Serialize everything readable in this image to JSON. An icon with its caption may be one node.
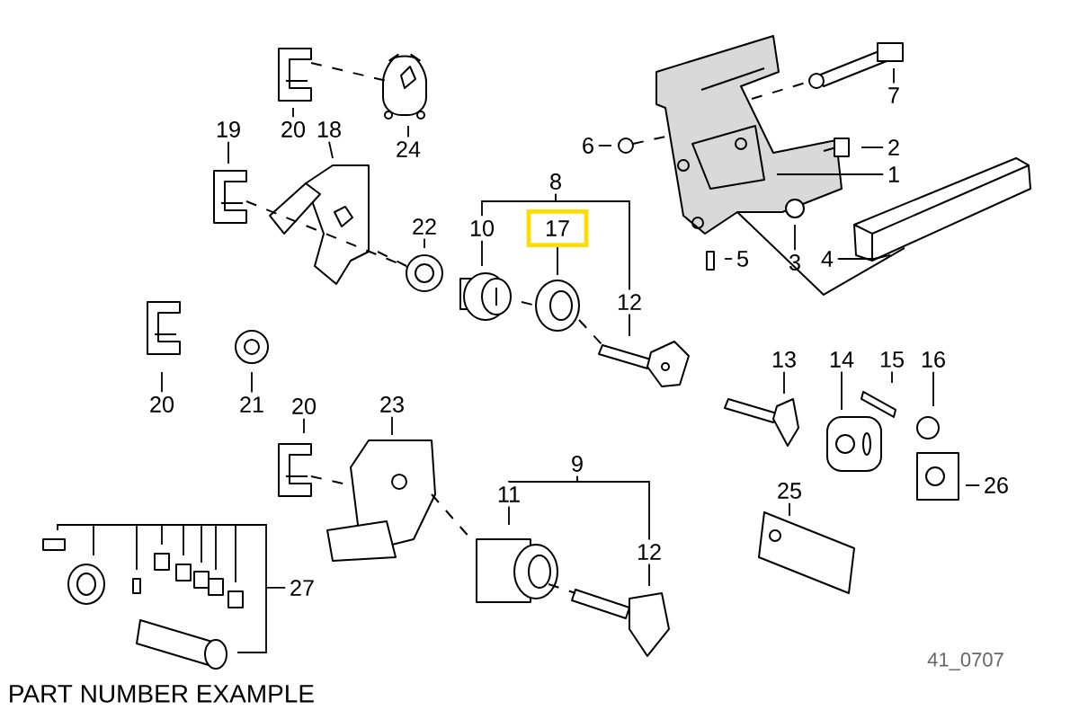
{
  "diagram": {
    "caption": "PART NUMBER EXAMPLE",
    "nodes": [
      {
        "text": [
          "20"
        ]
      },
      {
        "text": [
          "24"
        ]
      },
      {
        "text": [
          "19"
        ]
      },
      {
        "text": [
          "18"
        ]
      },
      {
        "text": [
          "22"
        ]
      },
      {
        "text": [
          "10"
        ]
      },
      {
        "text": [
          "8"
        ]
      },
      {
        "text": [
          "17"
        ]
      },
      {
        "text": [
          "12"
        ]
      },
      {
        "text": [
          "6"
        ]
      },
      {
        "text": [
          "7"
        ]
      },
      {
        "text": [
          "2"
        ]
      },
      {
        "text": [
          "1"
        ]
      },
      {
        "text": [
          "5"
        ]
      },
      {
        "text": [
          "3"
        ]
      },
      {
        "text": [
          "4"
        ]
      },
      {
        "text": [
          "13"
        ]
      },
      {
        "text": [
          "14"
        ]
      },
      {
        "text": [
          "15"
        ]
      },
      {
        "text": [
          "16"
        ]
      },
      {
        "text": [
          "20"
        ]
      },
      {
        "text": [
          "21"
        ]
      },
      {
        "text": [
          "20"
        ]
      },
      {
        "text": [
          "23"
        ]
      },
      {
        "text": [
          "11"
        ]
      },
      {
        "text": [
          "9"
        ]
      },
      {
        "text": [
          "12"
        ]
      },
      {
        "text": [
          "25"
        ]
      },
      {
        "text": [
          "26"
        ]
      },
      {
        "text": [
          "27"
        ]
      }
    ],
    "edges": [
      {
        "from": 0,
        "to": null,
        "arrow": "none"
      },
      {
        "from": 1,
        "to": null,
        "arrow": "none"
      },
      {
        "from": 2,
        "to": null,
        "arrow": "none"
      },
      {
        "from": 3,
        "to": null,
        "arrow": "none"
      },
      {
        "from": 4,
        "to": null,
        "arrow": "none"
      },
      {
        "from": 5,
        "to": null,
        "arrow": "none"
      },
      {
        "from": 6,
        "to": 8,
        "arrow": "none"
      },
      {
        "from": 7,
        "to": null,
        "arrow": "none"
      },
      {
        "from": 8,
        "to": null,
        "arrow": "none"
      },
      {
        "from": 9,
        "to": null,
        "arrow": "none"
      },
      {
        "from": 10,
        "to": null,
        "arrow": "none"
      },
      {
        "from": 11,
        "to": null,
        "arrow": "none"
      },
      {
        "from": 12,
        "to": null,
        "arrow": "none"
      },
      {
        "from": 13,
        "to": null,
        "arrow": "none"
      },
      {
        "from": 14,
        "to": null,
        "arrow": "none"
      },
      {
        "from": 15,
        "to": null,
        "arrow": "none"
      },
      {
        "from": 16,
        "to": null,
        "arrow": "none"
      },
      {
        "from": 17,
        "to": null,
        "arrow": "none"
      },
      {
        "from": 18,
        "to": null,
        "arrow": "none"
      },
      {
        "from": 19,
        "to": null,
        "arrow": "none"
      },
      {
        "from": 20,
        "to": null,
        "arrow": "none"
      },
      {
        "from": 21,
        "to": null,
        "arrow": "none"
      },
      {
        "from": 22,
        "to": null,
        "arrow": "none"
      },
      {
        "from": 23,
        "to": null,
        "arrow": "none"
      },
      {
        "from": 24,
        "to": null,
        "arrow": "none"
      },
      {
        "from": 25,
        "to": 26,
        "arrow": "none"
      },
      {
        "from": 26,
        "to": null,
        "arrow": "none"
      },
      {
        "from": 27,
        "to": null,
        "arrow": "none"
      },
      {
        "from": 28,
        "to": null,
        "arrow": "none"
      },
      {
        "from": 29,
        "to": null,
        "arrow": "none"
      },
      {
        "from": 6,
        "to": 5,
        "arrow": "none"
      },
      {
        "from": 25,
        "to": 24,
        "arrow": "none"
      }
    ],
    "labels": [
      "41_0707"
    ]
  }
}
